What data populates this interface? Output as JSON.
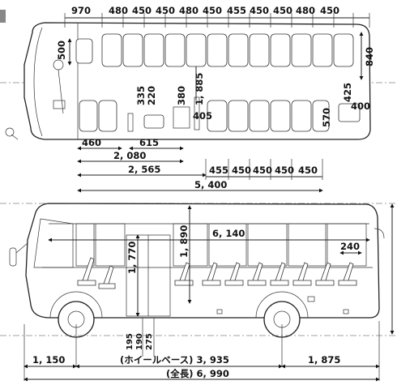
{
  "top_view": {
    "top_dims": [
      "970",
      "480",
      "450",
      "450",
      "480",
      "450",
      "455",
      "450",
      "450",
      "480",
      "450"
    ],
    "seat_width": "500",
    "rear_seat_width": "840",
    "aisle_1": "335",
    "aisle_2": "220",
    "aisle_3": "380",
    "aisle_4": "1, 885",
    "aisle_5": "405",
    "rear_gap": "425",
    "rear_box": "400",
    "right_side": "570",
    "front_offset": "460",
    "mid_offset": "615",
    "length_1": "2, 080",
    "length_2": "2, 565",
    "bottom_dims": [
      "455",
      "450",
      "450",
      "450",
      "450"
    ],
    "overall_room": "5, 400"
  },
  "side_view": {
    "interior_length": "6, 140",
    "interior_height": "1, 890",
    "door_height": "1, 770",
    "rear_seat_gap": "240",
    "step_1": "195",
    "step_2": "190",
    "step_3": "275",
    "front_overhang": "1, 150",
    "wheelbase": "(ホイールベース) 3, 935",
    "rear_overhang": "1, 875",
    "overall_length": "(全長) 6, 990"
  }
}
